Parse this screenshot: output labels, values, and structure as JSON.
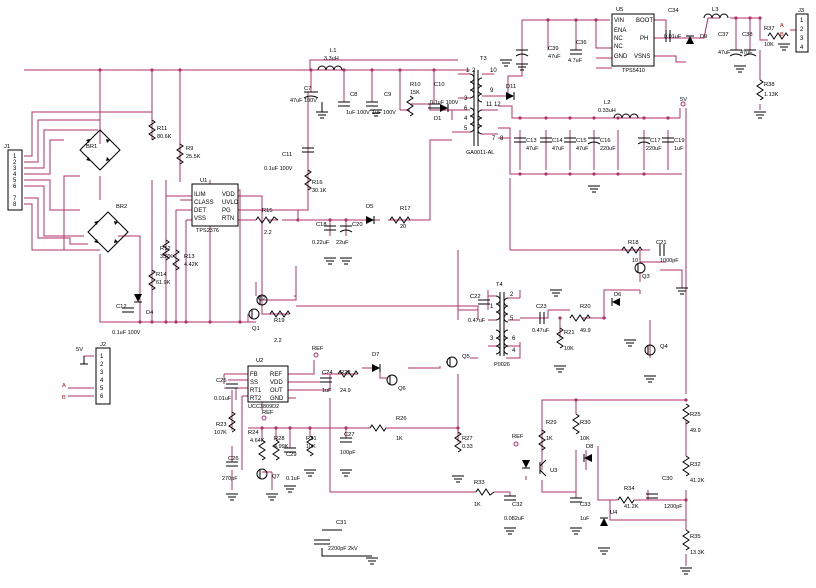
{
  "J1": {
    "ref": "J1",
    "pins": [
      "1",
      "2",
      "3",
      "4",
      "5",
      "6",
      "7",
      "8"
    ]
  },
  "J2": {
    "ref": "J2",
    "net": "5V",
    "pins": [
      "1",
      "2",
      "3",
      "4",
      "5",
      "6"
    ]
  },
  "J3": {
    "ref": "J3",
    "pins": [
      "1",
      "2",
      "3",
      "4"
    ]
  },
  "U1": {
    "ref": "U1",
    "part": "TPS2376",
    "pins_left": [
      "ILIM",
      "CLASS",
      "DET",
      "VSS"
    ],
    "pins_right": [
      "VDD",
      "UVLO",
      "PG",
      "RTN"
    ]
  },
  "U2": {
    "ref": "U2",
    "part": "UCC3809D2",
    "pins_left": [
      "FB",
      "SS",
      "RT1",
      "RT2"
    ],
    "pins_right": [
      "REF",
      "VDD",
      "OUT",
      "GND"
    ]
  },
  "U5": {
    "ref": "U5",
    "part": "TPS5410",
    "pins_left": [
      "VIN",
      "ENA",
      "NC",
      "NC",
      "GND"
    ],
    "pins_right": [
      "BOOT",
      "PH",
      "VSNS"
    ]
  },
  "T3": {
    "ref": "T3",
    "part": "GA0011-AL",
    "pins": [
      "1",
      "2",
      "3",
      "4",
      "5",
      "6",
      "7",
      "8",
      "9",
      "10",
      "11",
      "12"
    ]
  },
  "T4": {
    "ref": "T4",
    "part": "P0026",
    "pins": [
      "1",
      "2",
      "3",
      "4",
      "5",
      "6"
    ]
  },
  "bridges": [
    {
      "ref": "BR1"
    },
    {
      "ref": "BR2"
    }
  ],
  "resistors": [
    {
      "ref": "R11",
      "value": "80.6K"
    },
    {
      "ref": "R9",
      "value": "25.5K"
    },
    {
      "ref": "R16",
      "value": "30.1K"
    },
    {
      "ref": "R15",
      "value": "2.2"
    },
    {
      "ref": "R12",
      "value": "357K"
    },
    {
      "ref": "R13",
      "value": "4.42K"
    },
    {
      "ref": "R14",
      "value": "61.9K"
    },
    {
      "ref": "R19",
      "value": "2.2"
    },
    {
      "ref": "R10",
      "value": "15K"
    },
    {
      "ref": "R17",
      "value": "20"
    },
    {
      "ref": "R18",
      "value": "10"
    },
    {
      "ref": "R20",
      "value": "49.9"
    },
    {
      "ref": "R21",
      "value": "10K"
    },
    {
      "ref": "R22",
      "value": "24.9"
    },
    {
      "ref": "R23",
      "value": "107K"
    },
    {
      "ref": "R24",
      "value": "4.64K"
    },
    {
      "ref": "R26",
      "value": "1K"
    },
    {
      "ref": "R27",
      "value": "0.33"
    },
    {
      "ref": "R28",
      "value": "4.99K"
    },
    {
      "ref": "R29",
      "value": "1K"
    },
    {
      "ref": "R30",
      "value": "10K"
    },
    {
      "ref": "R31",
      "value": "10K"
    },
    {
      "ref": "R32",
      "value": "41.2K"
    },
    {
      "ref": "R33",
      "value": "1K"
    },
    {
      "ref": "R34",
      "value": "41.2K"
    },
    {
      "ref": "R25",
      "value": "49.9"
    },
    {
      "ref": "R35",
      "value": "13.3K"
    },
    {
      "ref": "R37",
      "value": "10K"
    },
    {
      "ref": "R38",
      "value": "1.13K"
    }
  ],
  "capacitors": [
    {
      "ref": "C7",
      "value": "47uF 100V"
    },
    {
      "ref": "C8",
      "value": "1uF 100V"
    },
    {
      "ref": "C9",
      "value": "1uF 100V"
    },
    {
      "ref": "C10",
      "value": "0.1uF 100V"
    },
    {
      "ref": "C11",
      "value": "0.1uF 100V"
    },
    {
      "ref": "C12",
      "value": "0.1uF 100V"
    },
    {
      "ref": "C13",
      "value": "47uF"
    },
    {
      "ref": "C14",
      "value": "47uF"
    },
    {
      "ref": "C15",
      "value": "47uF"
    },
    {
      "ref": "C16",
      "value": "220uF"
    },
    {
      "ref": "C17",
      "value": "220uF"
    },
    {
      "ref": "C18",
      "value": "0.22uF"
    },
    {
      "ref": "C19",
      "value": "1uF"
    },
    {
      "ref": "C20",
      "value": "22uF"
    },
    {
      "ref": "C21",
      "value": "1000pF"
    },
    {
      "ref": "C22",
      "value": "0.47uF"
    },
    {
      "ref": "C23",
      "value": "0.47uF"
    },
    {
      "ref": "C24",
      "value": "1uF"
    },
    {
      "ref": "C25",
      "value": "0.01uF"
    },
    {
      "ref": "C26",
      "value": "270pF"
    },
    {
      "ref": "C27",
      "value": "100pF"
    },
    {
      "ref": "C29",
      "value": "0.1uF"
    },
    {
      "ref": "C30",
      "value": "1200pF"
    },
    {
      "ref": "C31",
      "value": "2200pF 2kV"
    },
    {
      "ref": "C32",
      "value": "0.082uF"
    },
    {
      "ref": "C33",
      "value": "1uF"
    },
    {
      "ref": "C34",
      "value": "0.01uF"
    },
    {
      "ref": "C36",
      "value": "4.7uF"
    },
    {
      "ref": "C37",
      "value": "47uF"
    },
    {
      "ref": "C38",
      "value": "47uF"
    },
    {
      "ref": "C39",
      "value": "47uF"
    }
  ],
  "inductors": [
    {
      "ref": "L1",
      "value": "3.3uH"
    },
    {
      "ref": "L2",
      "value": "0.33uH"
    },
    {
      "ref": "L3",
      "value": ""
    }
  ],
  "diodes": [
    "D1",
    "D4",
    "D5",
    "D6",
    "D7",
    "D8",
    "D9",
    "D11"
  ],
  "transistors": [
    "Q1",
    "Q2",
    "Q3",
    "Q4",
    "Q5",
    "Q6",
    "Q7"
  ],
  "others": {
    "u3": "U3",
    "u4": "U4"
  },
  "nets": {
    "v5": "5V",
    "ref": "REF",
    "a": "A",
    "b": "B"
  }
}
